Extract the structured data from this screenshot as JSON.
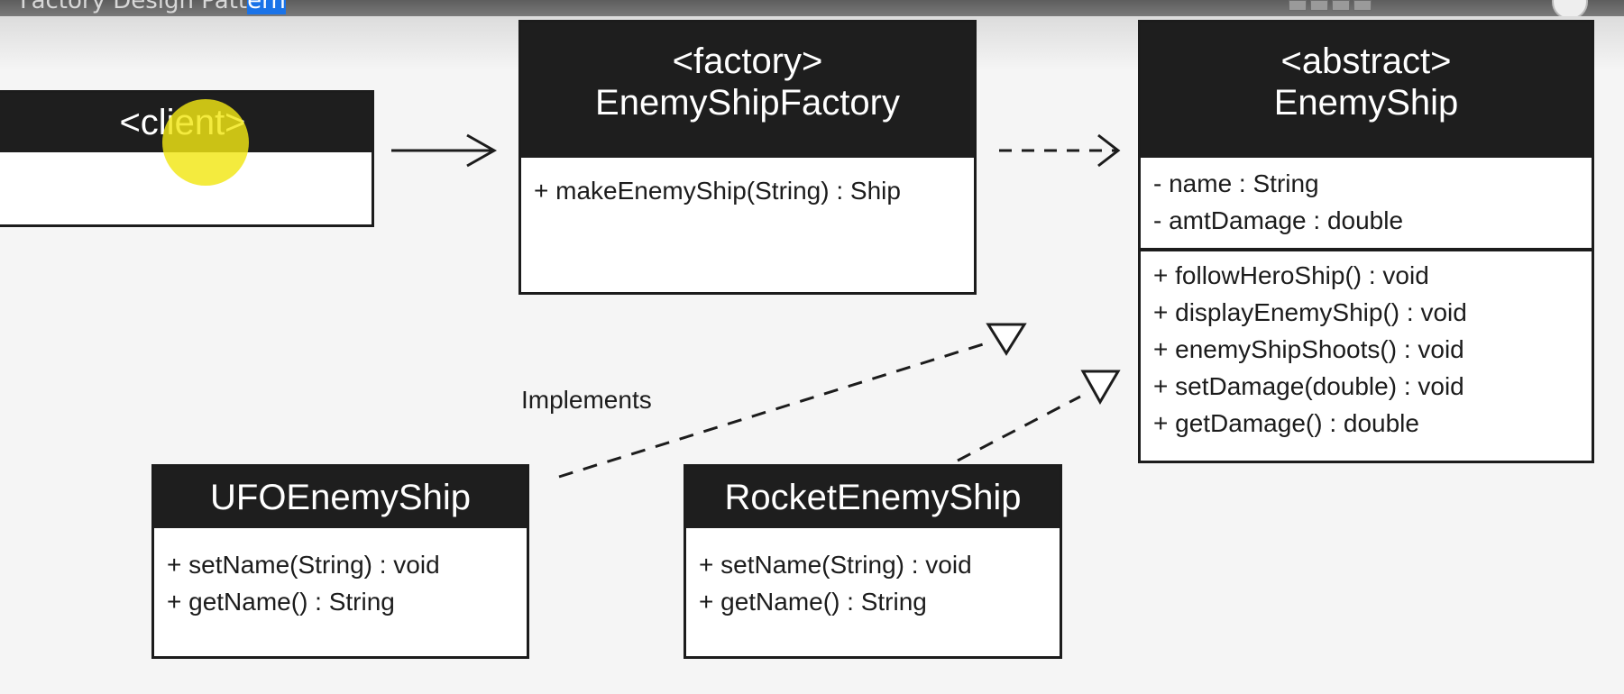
{
  "window": {
    "title_prefix": "Factory Design Patt",
    "title_highlight": "ern"
  },
  "diagram": {
    "client": {
      "stereotype": "<client>"
    },
    "factory": {
      "stereotype": "<factory>",
      "name": "EnemyShipFactory",
      "methods": [
        "+ makeEnemyShip(String) : Ship"
      ]
    },
    "abstract": {
      "stereotype": "<abstract>",
      "name": "EnemyShip",
      "attributes": [
        "- name : String",
        "- amtDamage : double"
      ],
      "methods": [
        "+ followHeroShip() : void",
        "+ displayEnemyShip() : void",
        "+ enemyShipShoots() : void",
        "+ setDamage(double) : void",
        "+ getDamage() : double"
      ]
    },
    "ufo": {
      "name": "UFOEnemyShip",
      "methods": [
        "+ setName(String) : void",
        "+ getName() : String"
      ]
    },
    "rocket": {
      "name": "RocketEnemyShip",
      "methods": [
        "+ setName(String) : void",
        "+ getName() : String"
      ]
    },
    "implements_label": "Implements"
  }
}
